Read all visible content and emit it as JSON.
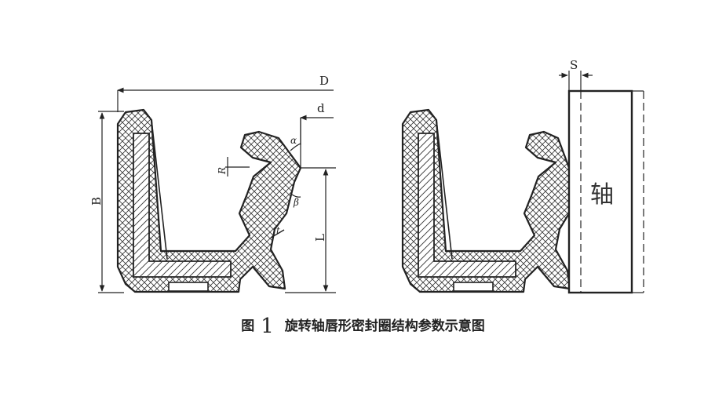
{
  "diagram": {
    "labels": {
      "D": "D",
      "d": "d",
      "B": "B",
      "L": "L",
      "S": "S",
      "R": "R",
      "alpha": "α",
      "beta": "β",
      "t": "t"
    },
    "shaft_label": "轴"
  },
  "caption": {
    "prefix": "图",
    "number": "1",
    "title": "旋转轴唇形密封圈结构参数示意图"
  },
  "colors": {
    "line": "#222222",
    "background": "#ffffff"
  }
}
